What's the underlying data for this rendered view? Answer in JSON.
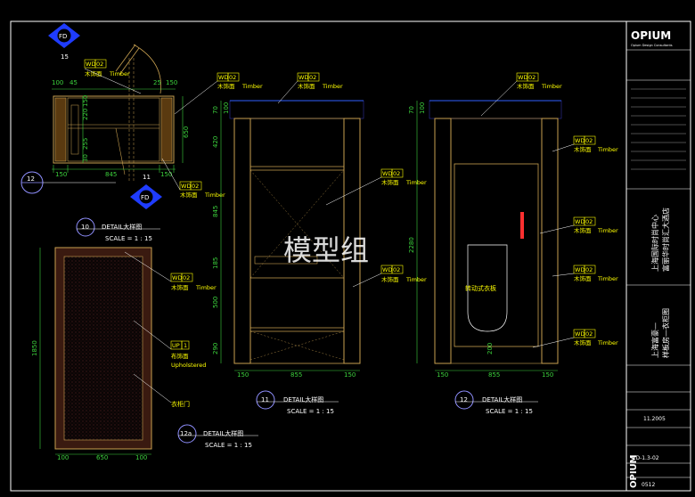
{
  "colors": {
    "background": "#000000",
    "border": "#ffffff",
    "cabinet": "#c8a050",
    "dimension": "#3cd23c",
    "text": "#ffff00",
    "leader": "#ffffff",
    "marker": "#1f3cff",
    "detail_circle": "#9090ff",
    "titleblock": "#ffffff",
    "handle": "#ff3030",
    "fabric": "#a04040"
  },
  "tag": {
    "code": "WD",
    "num": "02",
    "cn": "木饰面",
    "en": "Timber"
  },
  "fd_marker": "FD",
  "plan": {
    "marker_top_num": "15",
    "marker_bottom_num": "11",
    "dims_top": [
      "100",
      "45",
      "25",
      "150"
    ],
    "dims_bottom": [
      "150",
      "845",
      "150"
    ],
    "dim_right": "650",
    "dims_vertical": [
      "220",
      "150",
      "255",
      "30"
    ],
    "bubble_left": "12"
  },
  "detail10": {
    "num": "10",
    "title": "DETAIL大样图",
    "scale": "SCALE = 1 : 15"
  },
  "detail11": {
    "num": "11",
    "title": "DETAIL大样图",
    "scale": "SCALE = 1 : 15"
  },
  "detail12": {
    "num": "12",
    "title": "DETAIL大样图",
    "scale": "SCALE = 1 : 15"
  },
  "detail12a": {
    "num": "12a",
    "title": "DETAIL大样图",
    "scale": "SCALE = 1 : 15"
  },
  "elevation11": {
    "dims_left": [
      "70",
      "100",
      "420",
      "845",
      "185",
      "500",
      "290"
    ],
    "dims_bottom": [
      "150",
      "855",
      "150"
    ]
  },
  "elevation12": {
    "dims_left": [
      "70",
      "100",
      "2280",
      "200"
    ],
    "dims_bottom": [
      "150",
      "855",
      "150"
    ],
    "label_panel": "转动式衣板"
  },
  "door": {
    "dims_left": "1850",
    "dims_bottom": [
      "100",
      "650",
      "100"
    ],
    "uph_code": "UP",
    "uph_num": "1",
    "uph_cn": "布饰面",
    "uph_en": "Upholstered",
    "label_wardrobe": "衣柜门"
  },
  "watermark": "模型组",
  "titleblock": {
    "logo": "OPIUM",
    "logo_sub": "Opium Design Consultants",
    "project_cn_1": "上海国际时尚中心",
    "project_cn_2": "富丽华时尚汇大酒店",
    "drawing_cn_1": "上海富豪—",
    "drawing_cn_2": "样板房—衣柜图",
    "date": "11.2005",
    "drawing_no": "FD-1.3-02",
    "sheet": "0512",
    "logo_bottom": "OPIUM"
  }
}
